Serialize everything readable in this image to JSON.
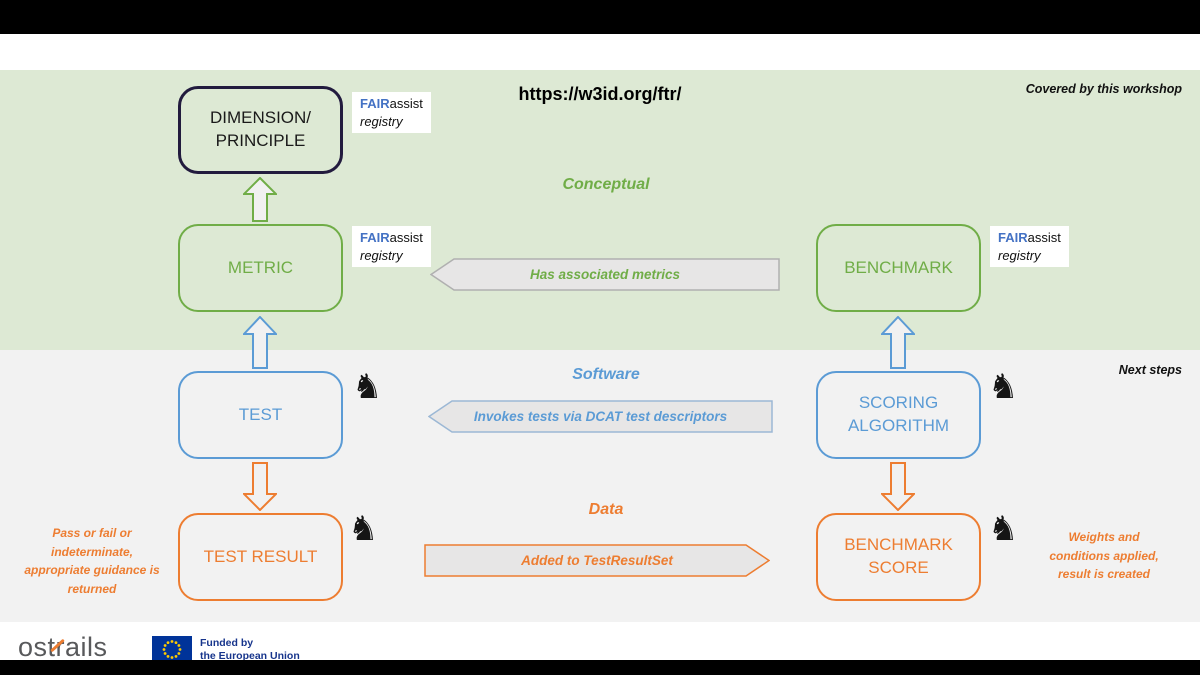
{
  "header": {
    "url": "https://w3id.org/ftr/",
    "workshop_note": "Covered by this workshop"
  },
  "layers": {
    "conceptual": {
      "label": "Conceptual"
    },
    "software": {
      "label": "Software"
    },
    "data": {
      "label": "Data"
    }
  },
  "boxes": {
    "dimension": {
      "line1": "DIMENSION/",
      "line2": "PRINCIPLE"
    },
    "metric": {
      "label": "METRIC"
    },
    "benchmark": {
      "label": "BENCHMARK"
    },
    "test": {
      "label": "TEST"
    },
    "scoring": {
      "line1": "SCORING",
      "line2": "ALGORITHM"
    },
    "test_result": {
      "label": "TEST RESULT"
    },
    "benchmark_score": {
      "line1": "BENCHMARK",
      "line2": "SCORE"
    }
  },
  "banners": {
    "has_metrics": "Has associated metrics",
    "invokes": "Invokes tests via DCAT test descriptors",
    "added": "Added to TestResultSet"
  },
  "fairassist": {
    "fair": "FAIR",
    "assist": "assist",
    "registry": "registry"
  },
  "icons": {
    "knight": "♞"
  },
  "notes": {
    "next_steps": "Next steps",
    "left_lines": [
      "Pass or fail or",
      "indeterminate,",
      "appropriate guidance is",
      "returned"
    ],
    "right_lines": [
      "Weights and",
      "conditions applied,",
      "result is created"
    ]
  },
  "footer": {
    "logo_os": "os",
    "logo_trails": "trails",
    "funding_lines": [
      "Funded by",
      "the European Union"
    ]
  },
  "colors": {
    "green": "#70ad47",
    "blue": "#5b9bd5",
    "orange": "#ed7d31",
    "navy": "#221b3e",
    "band_green": "#dde9d4",
    "band_gray": "#f2f2f2",
    "eu_blue": "#003399"
  }
}
